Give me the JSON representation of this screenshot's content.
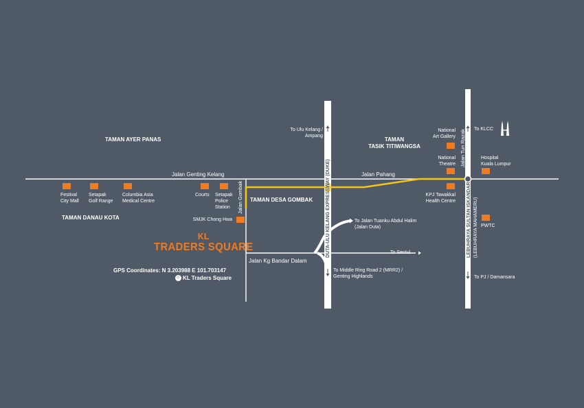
{
  "colors": {
    "background": "#4f5a66",
    "road": "#ffffff",
    "route": "#f5c518",
    "marker": "#f07c22",
    "brand": "#f07c22"
  },
  "areas": {
    "taman_ayer_panas": "TAMAN AYER PANAS",
    "taman_tasik_titiwangsa_1": "TAMAN",
    "taman_tasik_titiwangsa_2": "TASIK TITIWANGSA",
    "taman_desa_gombak": "TAMAN DESA GOMBAK",
    "taman_danau_kota": "TAMAN DANAU KOTA"
  },
  "roads": {
    "jalan_genting_kelang": "Jalan Genting Kelang",
    "jalan_pahang": "Jalan Pahang",
    "jalan_gombak": "Jalan Gombak",
    "duke": "DUTA-ULU KELANG EXPRESSWAY (DUKE)",
    "jalan_tun_razak": "Jalan Tun Razak",
    "lebuhraya_1": "LEBUHRAYA SULTAN ISKANDAR",
    "lebuhraya_2": "(LEBUHRAYA MAHAMERU)",
    "jalan_kg_bandar_dalam": "Jalan Kg Bandar Dalam"
  },
  "directions": {
    "ulu_kelang_1": "To Ulu Kelang /",
    "ulu_kelang_2": "Ampang",
    "klcc": "To KLCC",
    "tuanku_1": "To Jalan Tuanku Abdul Halim",
    "tuanku_2": "(Jalan Duta)",
    "sentul": "To Sentul",
    "mrr2_1": "To Middle Ring Road 2 (MRR2) /",
    "mrr2_2": "Genting Highlands",
    "pj": "To PJ / Damansara"
  },
  "landmarks": {
    "festival_1": "Festival",
    "festival_2": "City Mall",
    "setapak_golf_1": "Setapak",
    "setapak_golf_2": "Golf Range",
    "columbia_1": "Columbia Asia",
    "columbia_2": "Medical Centre",
    "courts": "Courts",
    "police_1": "Setapak",
    "police_2": "Police",
    "police_3": "Station",
    "smjk": "SMJK Chong Hwa",
    "art_1": "National",
    "art_2": "Art Gallery",
    "theatre_1": "National",
    "theatre_2": "Theatre",
    "hospital_1": "Hospital",
    "hospital_2": "Kuala Lumpur",
    "kpj_1": "KPJ Tawakkal",
    "kpj_2": "Health Centre",
    "pwtc": "PWTC"
  },
  "brand": {
    "line1": "KL",
    "line2": "TRADERS SQUARE"
  },
  "gps": {
    "coordinates": "GPS Coordinates: N 3.203988 E 101.703147",
    "waze": "KL Traders Square",
    "waze_icon": "waze-icon"
  }
}
